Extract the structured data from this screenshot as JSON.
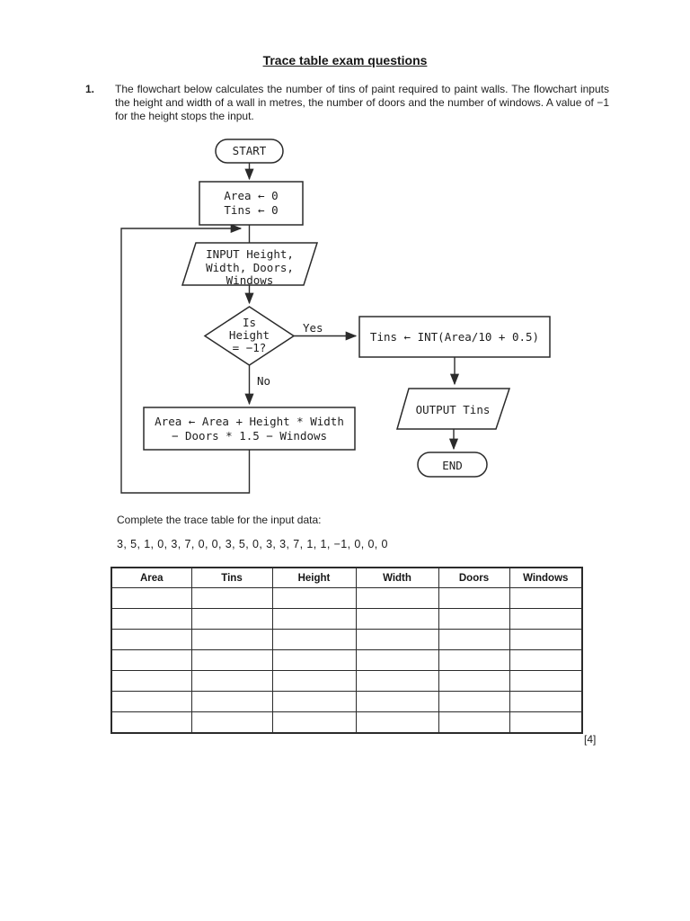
{
  "page": {
    "title": "Trace table exam questions",
    "question_number": "1.",
    "question_text": "The flowchart below calculates the number of tins of paint required to paint walls. The flowchart inputs the height and width of a wall in metres, the number of doors and the number of windows. A value of −1 for the height stops the input.",
    "instruction": "Complete the trace table for the input data:",
    "input_data": "3, 5, 1, 0, 3, 7, 0, 0, 3, 5, 0, 3, 3, 7, 1, 1, −1, 0, 0, 0",
    "marks": "[4]"
  },
  "flowchart": {
    "start": "START",
    "init_lines": [
      "Area ← 0",
      "Tins ← 0"
    ],
    "input_lines": [
      "INPUT Height,",
      "Width, Doors,",
      "Windows"
    ],
    "decision_lines": [
      "Is",
      "Height",
      "= −1?"
    ],
    "yes_label": "Yes",
    "no_label": "No",
    "calc": "Tins ← INT(Area/10 + 0.5)",
    "process_lines": [
      "Area ← Area + Height * Width",
      "− Doors * 1.5 − Windows"
    ],
    "output": "OUTPUT Tins",
    "end": "END"
  },
  "table": {
    "headers": [
      "Area",
      "Tins",
      "Height",
      "Width",
      "Doors",
      "Windows"
    ],
    "empty_rows": 7
  },
  "colors": {
    "ink": "#1e1e1e",
    "line": "#2b2b2b",
    "paper": "#ffffff"
  }
}
